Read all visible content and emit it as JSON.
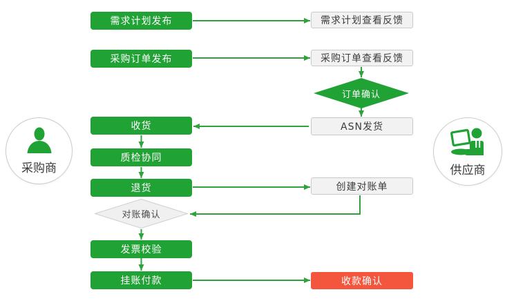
{
  "actors": {
    "buyer": "采购商",
    "supplier": "供应商"
  },
  "process": {
    "demand_plan_publish": "需求计划发布",
    "demand_plan_feedback": "需求计划查看反馈",
    "purchase_order_publish": "采购订单发布",
    "purchase_order_feedback": "采购订单查看反馈",
    "order_confirm": "订单确认",
    "asn_ship": "ASN发货",
    "receive_goods": "收货",
    "quality_collaboration": "质检协同",
    "return_goods": "退货",
    "create_statement": "创建对账单",
    "statement_confirm": "对账确认",
    "invoice_check": "发票校验",
    "credit_payment": "挂账付款",
    "receipt_confirm": "收款确认"
  },
  "flow": [
    {
      "from": "demand_plan_publish",
      "to": "demand_plan_feedback"
    },
    {
      "from": "purchase_order_publish",
      "to": "purchase_order_feedback"
    },
    {
      "from": "purchase_order_feedback",
      "to": "order_confirm"
    },
    {
      "from": "order_confirm",
      "to": "asn_ship"
    },
    {
      "from": "asn_ship",
      "to": "receive_goods"
    },
    {
      "from": "receive_goods",
      "to": "quality_collaboration"
    },
    {
      "from": "quality_collaboration",
      "to": "return_goods"
    },
    {
      "from": "return_goods",
      "to": "create_statement"
    },
    {
      "from": "create_statement",
      "to": "statement_confirm"
    },
    {
      "from": "statement_confirm",
      "to": "invoice_check"
    },
    {
      "from": "invoice_check",
      "to": "credit_payment"
    },
    {
      "from": "credit_payment",
      "to": "receipt_confirm"
    }
  ],
  "colors": {
    "primary_green": "#21a235",
    "line_green": "#2ea33c",
    "alert_red": "#f4553d",
    "node_gray_fill": "#f2f2f2",
    "node_gray_border": "#c9c9c9"
  }
}
